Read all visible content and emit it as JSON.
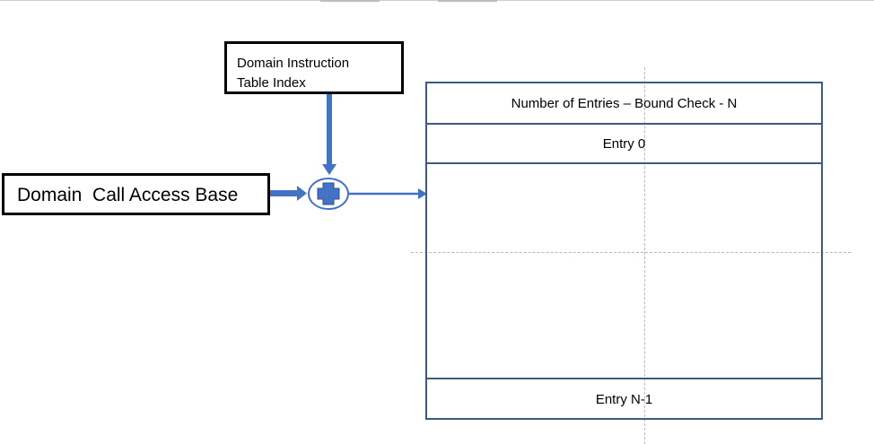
{
  "diagram": {
    "index_box": {
      "lines": [
        "Domain Instruction",
        "Table Index"
      ]
    },
    "base_box": {
      "label": "Domain  Call Access Base"
    },
    "adder": {
      "icon": "plus-icon",
      "color": "#4472c4"
    },
    "table": {
      "header": "Number of Entries – Bound Check - N",
      "first_entry": "Entry 0",
      "last_entry": "Entry N-1",
      "border_color": "#3d5a80"
    },
    "arrow_color": "#4472c4"
  }
}
